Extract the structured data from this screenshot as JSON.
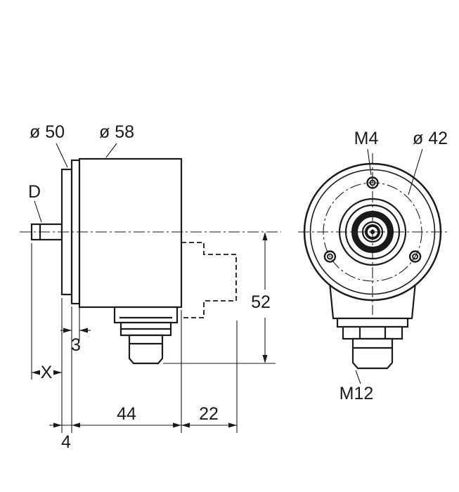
{
  "drawing": {
    "background": "#ffffff",
    "line_color": "#1a1a1a",
    "type": "rotary-encoder-dimension-drawing",
    "side_view": {
      "dims": {
        "dia_50": "ø 50",
        "dia_58": "ø 58",
        "shaft_dia": "D",
        "flange_thickness": "3",
        "shaft_length": "X",
        "collar_thickness": "4",
        "body_length": "44",
        "connector_depth": "22",
        "height_to_axis": "52"
      }
    },
    "front_view": {
      "dims": {
        "screw_thread": "M4",
        "bolt_circle": "ø 42",
        "connector_thread": "M12"
      }
    }
  }
}
